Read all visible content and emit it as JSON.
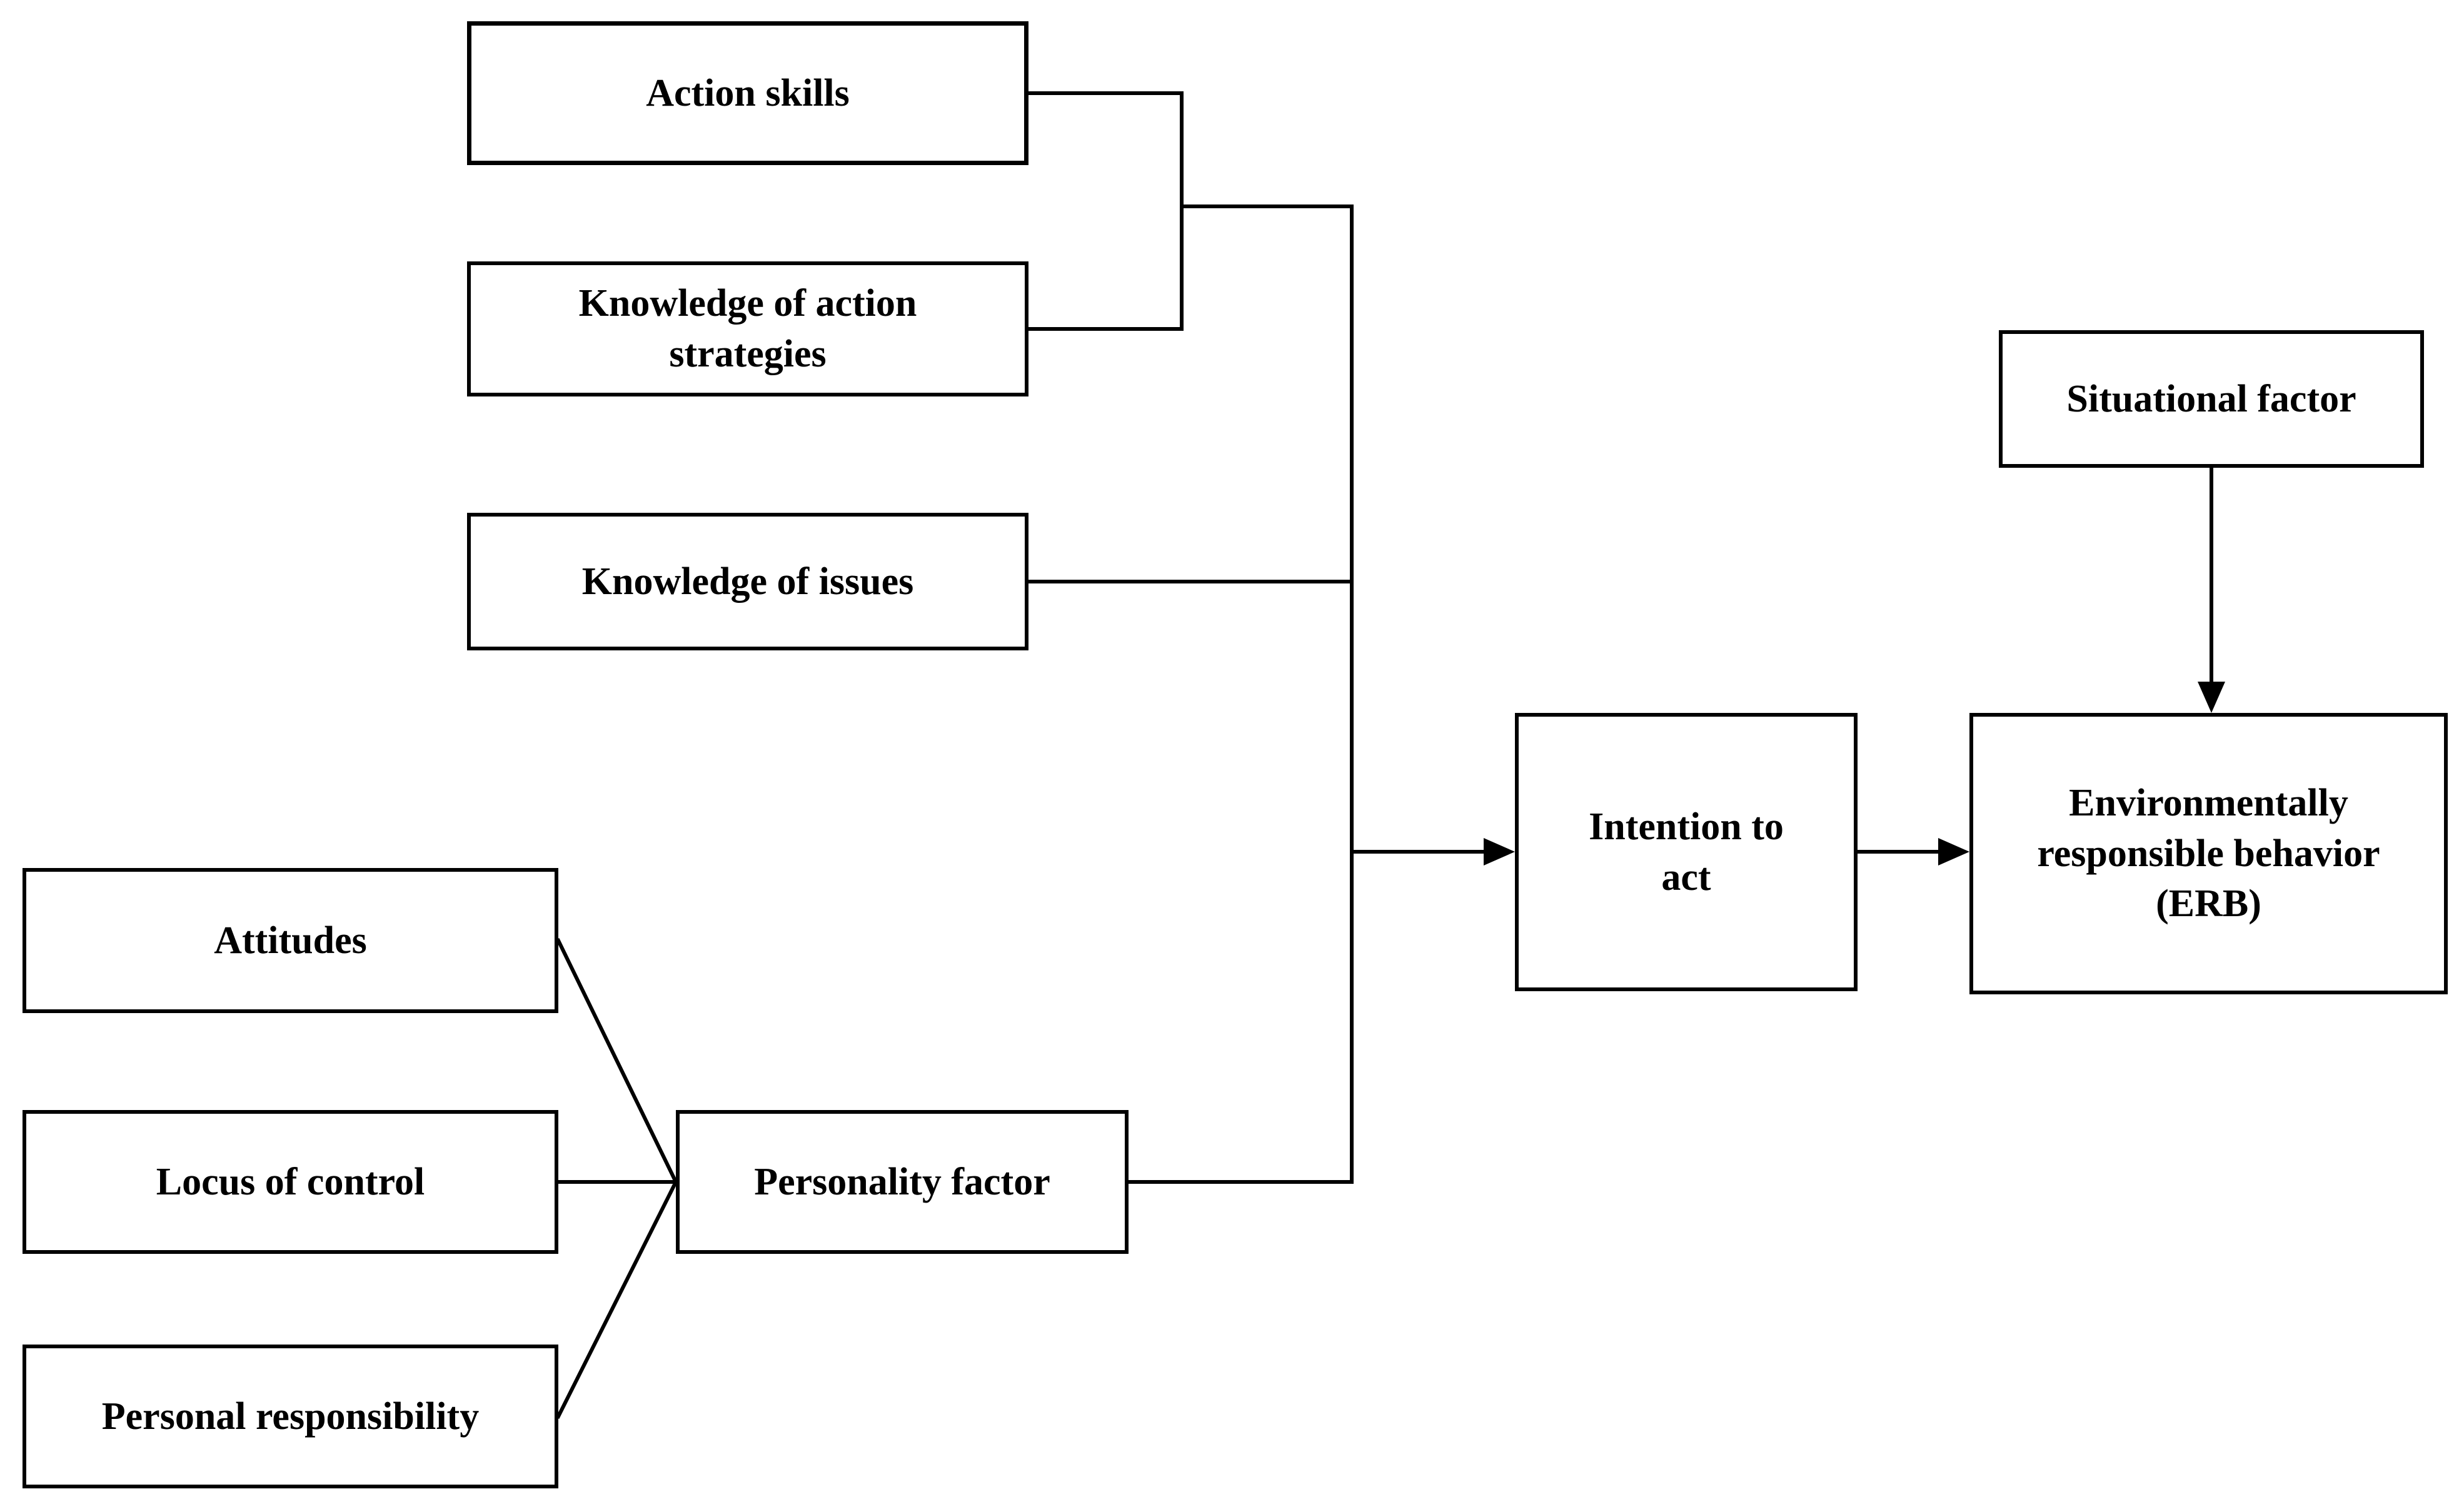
{
  "diagram": {
    "boxes": {
      "action_skills": {
        "label": "Action skills"
      },
      "knowledge_action_strategies": {
        "label": "Knowledge of action\nstrategies"
      },
      "knowledge_issues": {
        "label": "Knowledge of issues"
      },
      "attitudes": {
        "label": "Attitudes"
      },
      "locus_of_control": {
        "label": "Locus of control"
      },
      "personal_responsibility": {
        "label": "Personal responsibility"
      },
      "personality_factor": {
        "label": "Personality factor"
      },
      "intention_to_act": {
        "label": "Intention to\nact"
      },
      "situational_factor": {
        "label": "Situational factor"
      },
      "erb": {
        "label": "Environmentally\nresponsible behavior\n(ERB)"
      }
    },
    "edges": [
      {
        "from": "action_skills",
        "to": "intention_to_act",
        "arrow": true
      },
      {
        "from": "knowledge_action_strategies",
        "to": "intention_to_act",
        "arrow": true
      },
      {
        "from": "knowledge_issues",
        "to": "intention_to_act",
        "arrow": true
      },
      {
        "from": "attitudes",
        "to": "personality_factor",
        "arrow": false
      },
      {
        "from": "locus_of_control",
        "to": "personality_factor",
        "arrow": false
      },
      {
        "from": "personal_responsibility",
        "to": "personality_factor",
        "arrow": false
      },
      {
        "from": "personality_factor",
        "to": "intention_to_act",
        "arrow": true
      },
      {
        "from": "intention_to_act",
        "to": "erb",
        "arrow": true
      },
      {
        "from": "situational_factor",
        "to": "erb",
        "arrow": true
      }
    ],
    "colors": {
      "line": "#000000",
      "box_border": "#000000",
      "text": "#000000",
      "background": "#ffffff"
    }
  }
}
